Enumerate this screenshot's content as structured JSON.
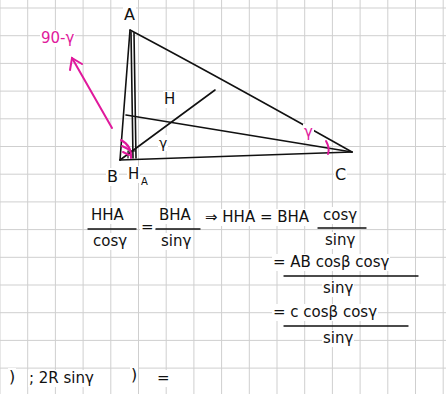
{
  "diagram": {
    "labels": [
      "A",
      "B",
      "C",
      "H",
      "H",
      "A",
      "90-γ",
      "γ",
      "γ",
      "HHA",
      "cosγ",
      "=",
      "BHA",
      "sinγ",
      "⇒ HHA = BHA",
      "cosγ",
      "sinγ",
      "= AB cosβ cosγ",
      "sinγ",
      "= c cosβ cosγ",
      "sinγ",
      ")",
      "; 2R sinγ",
      ")",
      "="
    ]
  }
}
